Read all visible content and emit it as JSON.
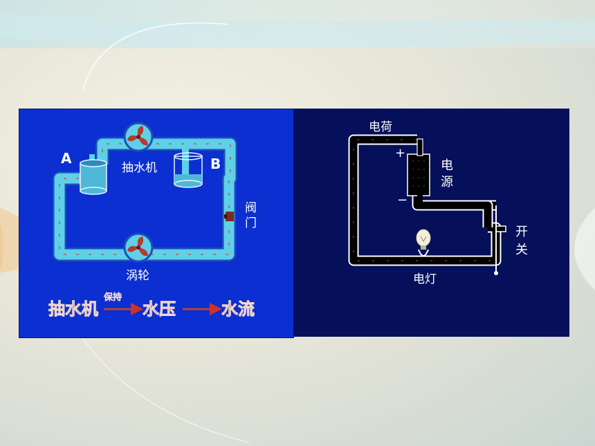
{
  "water_diagram": {
    "label_a": "A",
    "label_b": "B",
    "pump_label": "抽水机",
    "turbine_label": "涡轮",
    "valve_label_1": "阀",
    "valve_label_2": "门",
    "formula": {
      "pump": "抽水机",
      "keep": "保持",
      "pressure": "水压",
      "flow": "水流"
    },
    "colors": {
      "background": "#0b2fd0",
      "pipe": "#5fd0e8",
      "fan": "#b83a2a",
      "formula_text": "#c0402e"
    }
  },
  "circuit_diagram": {
    "charge_label": "电荷",
    "plus_sign": "+",
    "minus_sign": "−",
    "source_label_1": "电",
    "source_label_2": "源",
    "switch_label_1": "开",
    "switch_label_2": "关",
    "lamp_label": "电灯",
    "colors": {
      "background": "#050f5a",
      "wire": "#000000",
      "wire_outline": "#ffffff"
    }
  }
}
